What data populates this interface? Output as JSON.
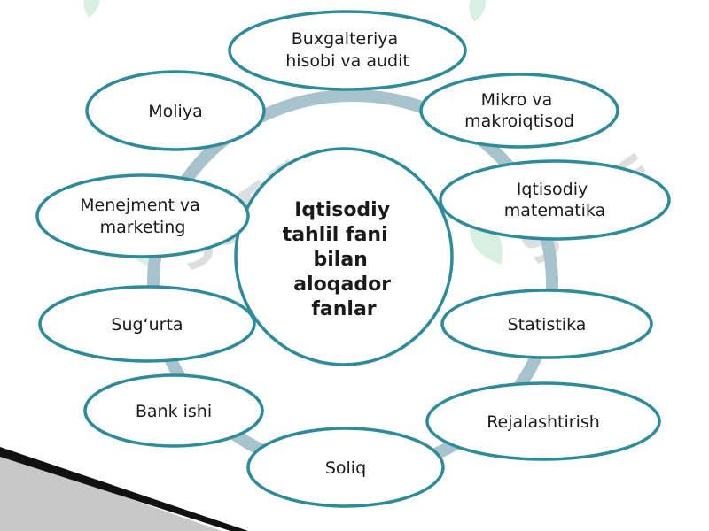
{
  "diagram": {
    "center": {
      "lines": [
        "Iqtisodiy",
        "tahlil fani",
        "bilan",
        "aloqador",
        "fanlar"
      ]
    },
    "nodes": [
      {
        "id": "buxgalteriya",
        "lines": [
          "Buxgalteriya",
          "hisobi va audit"
        ]
      },
      {
        "id": "mikro",
        "lines": [
          "Mikro va",
          "makroiqtisod"
        ]
      },
      {
        "id": "iqtisodiy-matematika",
        "lines": [
          "Iqtisodiy",
          "matematika"
        ]
      },
      {
        "id": "statistika",
        "lines": [
          "Statistika"
        ]
      },
      {
        "id": "rejalashtirish",
        "lines": [
          "Rejalashtirish"
        ]
      },
      {
        "id": "soliq",
        "lines": [
          "Soliq"
        ]
      },
      {
        "id": "bank-ishi",
        "lines": [
          "Bank ishi"
        ]
      },
      {
        "id": "sugurta",
        "lines": [
          "Sug‘urta"
        ]
      },
      {
        "id": "menejment",
        "lines": [
          "Menejment va",
          "marketing"
        ]
      },
      {
        "id": "moliya",
        "lines": [
          "Moliya"
        ]
      }
    ],
    "watermark": "SOFF",
    "colors": {
      "ellipse_stroke": "#2e8b9a",
      "ring": "#a9c3cc",
      "text": "#1a1a1a",
      "corner_dark": "#111111",
      "corner_grey": "#c8c8c8",
      "watermark": "#9aa0a6",
      "watermark_leaf": "#8fd3a8"
    }
  }
}
